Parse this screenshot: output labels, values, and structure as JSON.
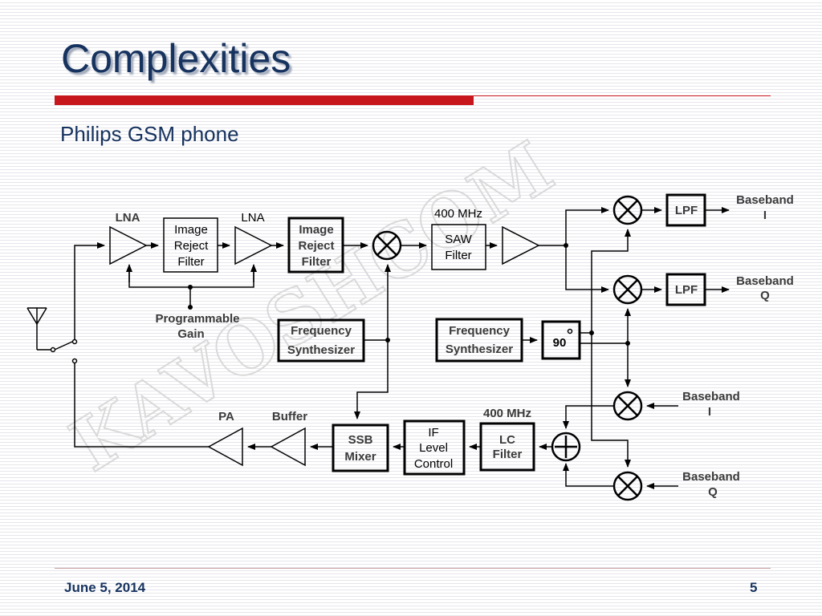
{
  "slide": {
    "title": "Complexities",
    "subtitle": "Philips GSM phone",
    "date": "June 5, 2014",
    "page_number": "5"
  },
  "diagram": {
    "blocks": {
      "lna1": "LNA",
      "lna2": "LNA",
      "image_reject_1": [
        "Image",
        "Reject",
        "Filter"
      ],
      "image_reject_2": [
        "Image",
        "Reject",
        "Filter"
      ],
      "saw_filter": [
        "SAW",
        "Filter"
      ],
      "freq_synth_1": [
        "Frequency",
        "Synthesizer"
      ],
      "freq_synth_2": [
        "Frequency",
        "Synthesizer"
      ],
      "phase_90": "90",
      "lpf_i": "LPF",
      "lpf_q": "LPF",
      "pa": "PA",
      "buffer": "Buffer",
      "ssb_mixer": [
        "SSB",
        "Mixer"
      ],
      "if_level": [
        "IF",
        "Level",
        "Control"
      ],
      "lc_filter": [
        "LC",
        "Filter"
      ]
    },
    "labels": {
      "freq_rx": "400 MHz",
      "freq_tx": "400 MHz",
      "programmable_gain": [
        "Programmable",
        "Gain"
      ],
      "baseband_i_out": [
        "Baseband",
        "I"
      ],
      "baseband_q_out": [
        "Baseband",
        "Q"
      ],
      "baseband_i_in": [
        "Baseband",
        "I"
      ],
      "baseband_q_in": [
        "Baseband",
        "Q"
      ]
    },
    "watermark": "KAVOSHCOM"
  },
  "colors": {
    "title": "#16325e",
    "accent_bar": "#c8161d",
    "watermark": "#d9d9d9"
  }
}
